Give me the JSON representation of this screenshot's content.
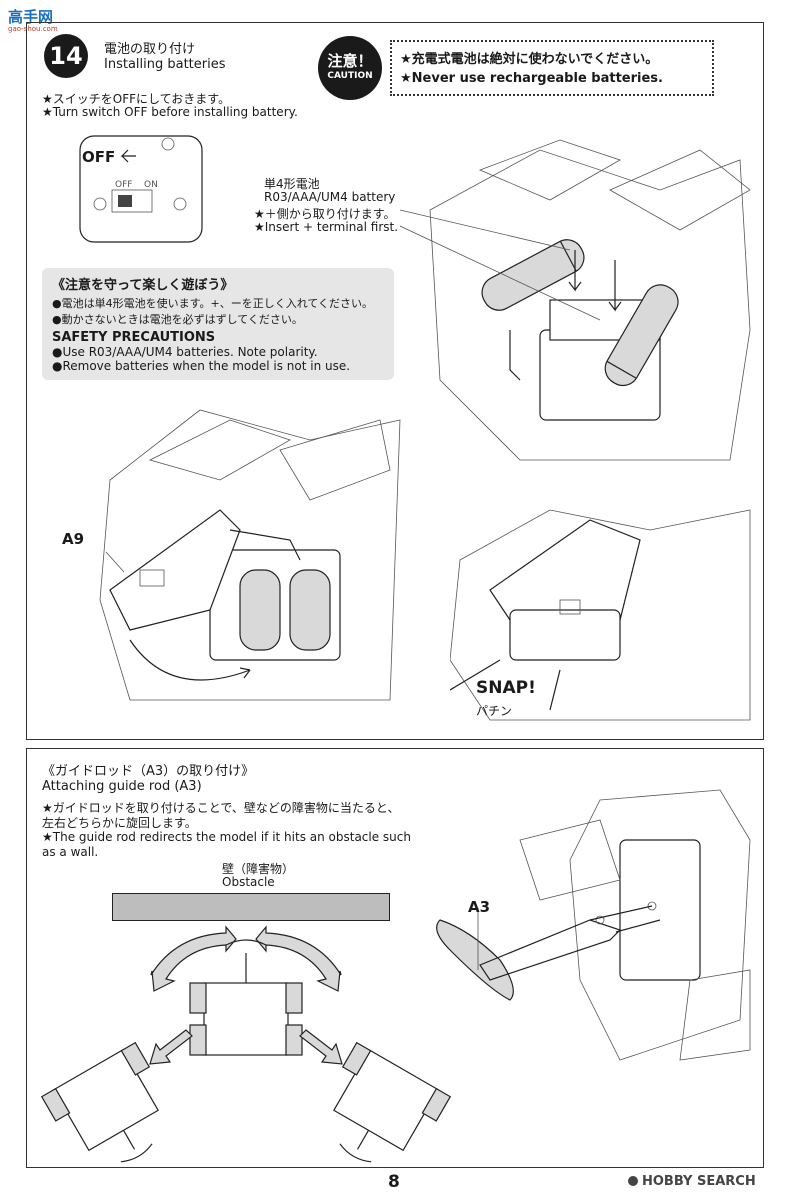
{
  "watermark": {
    "site": "高手网",
    "url": "gao-shou.com"
  },
  "step": {
    "number": "14",
    "title_jp": "電池の取り付け",
    "title_en": "Installing batteries",
    "note_jp": "★スイッチをOFFにしておきます。",
    "note_en": "★Turn switch OFF before installing battery."
  },
  "caution": {
    "badge_jp": "注意！",
    "badge_en": "CAUTION",
    "line_jp": "★充電式電池は絶対に使わないでください。",
    "line_en": "★Never use rechargeable batteries."
  },
  "switch": {
    "off_label": "OFF",
    "off_small": "OFF",
    "on_small": "ON"
  },
  "battery_callout": {
    "line1": "単4形電池",
    "line2": "R03/AAA/UM4 battery",
    "line3": "★＋側から取り付けます。",
    "line4": "★Insert + terminal first."
  },
  "safety": {
    "title_jp": "《注意を守って楽しく遊ぼう》",
    "item1_jp": "●電池は単4形電池を使います。+、ーを正しく入れてください。",
    "item2_jp": "●動かさないときは電池を必ずはずしてください。",
    "title_en": "SAFETY PRECAUTIONS",
    "item1_en": "●Use R03/AAA/UM4 batteries. Note polarity.",
    "item2_en": "●Remove batteries when the model is not in use."
  },
  "part_a9": "A9",
  "snap": {
    "en": "SNAP!",
    "jp": "パチン"
  },
  "guide": {
    "title_jp": "《ガイドロッド（A3）の取り付け》",
    "title_en": "Attaching guide rod (A3)",
    "desc_jp_1": "★ガイドロッドを取り付けることで、壁などの障害物に当たると、",
    "desc_jp_2": "左右どちらかに旋回します。",
    "desc_en_1": "★The guide rod redirects the model if it hits an obstacle such",
    "desc_en_2": "as a wall.",
    "obstacle_jp": "壁（障害物）",
    "obstacle_en": "Obstacle",
    "part_a3": "A3"
  },
  "page_number": "8",
  "footer_logo": "HOBBY SEARCH"
}
